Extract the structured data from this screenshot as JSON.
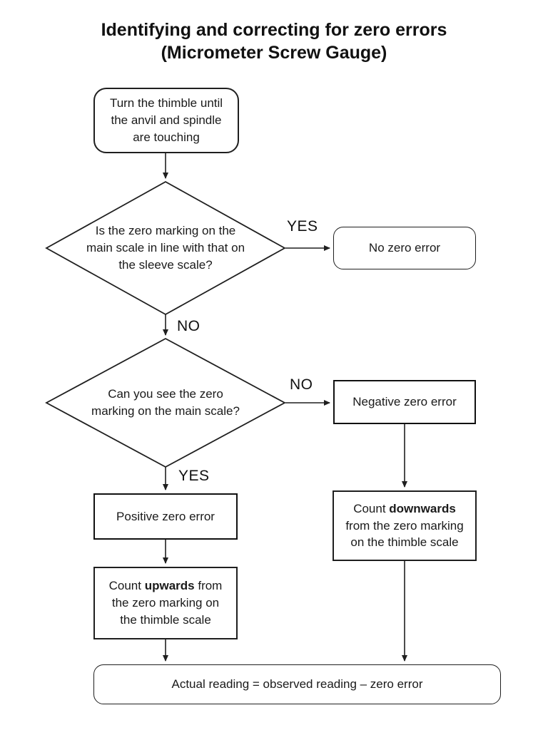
{
  "title": {
    "line1": "Identifying and correcting for zero errors",
    "line2": "(Micrometer Screw Gauge)"
  },
  "nodes": {
    "start": {
      "text": "Turn the thimble until the anvil and spindle are touching"
    },
    "decision1": {
      "text": "Is the zero marking on the main scale in line with that on the sleeve scale?"
    },
    "no_zero_error": {
      "text": "No zero error"
    },
    "decision2": {
      "text": "Can you see the zero marking on the main scale?"
    },
    "negative_zero_error": {
      "text": "Negative zero error"
    },
    "positive_zero_error": {
      "text": "Positive zero error"
    },
    "count_upwards": {
      "pre": "Count ",
      "bold": "upwards",
      "post": " from the zero marking on the thimble scale"
    },
    "count_downwards": {
      "pre": "Count ",
      "bold": "downwards",
      "post": " from the zero marking on the thimble scale"
    },
    "result": {
      "text": "Actual reading = observed reading – zero error"
    }
  },
  "labels": {
    "yes1": "YES",
    "no1": "NO",
    "no2": "NO",
    "yes2": "YES"
  },
  "colors": {
    "line": "#1f1f1f",
    "text": "#1a1a1a",
    "background": "#ffffff"
  }
}
